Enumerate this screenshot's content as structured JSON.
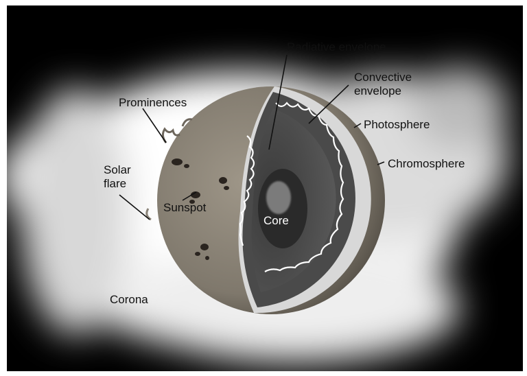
{
  "diagram": {
    "labels": {
      "radiative_envelope": "Radiative envelope",
      "convective_envelope": "Convective\nenvelope",
      "photosphere": "Photosphere",
      "chromosphere": "Chromosphere",
      "prominences": "Prominences",
      "solar_flare": "Solar\nflare",
      "sunspot": "Sunspot",
      "core": "Core",
      "corona": "Corona"
    }
  }
}
